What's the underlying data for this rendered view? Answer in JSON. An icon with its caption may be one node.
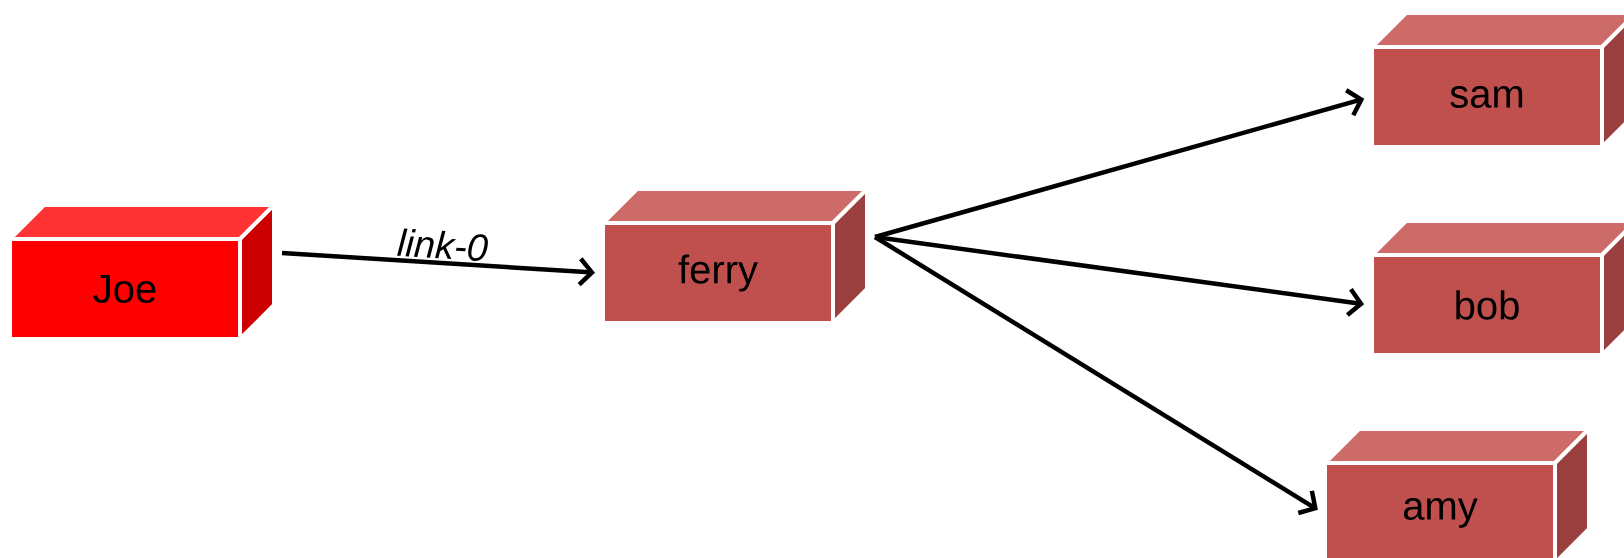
{
  "diagram": {
    "nodes": [
      {
        "text": [
          "Joe"
        ]
      },
      {
        "text": [
          "ferry"
        ]
      },
      {
        "text": [
          "sam"
        ]
      },
      {
        "text": [
          "bob"
        ]
      },
      {
        "text": [
          "amy"
        ]
      }
    ],
    "edges": [
      {
        "from": 0,
        "to": 1,
        "arrow": "to",
        "label": "link-0"
      },
      {
        "from": 1,
        "to": 2,
        "arrow": "to"
      },
      {
        "from": 1,
        "to": 3,
        "arrow": "to"
      },
      {
        "from": 1,
        "to": 4,
        "arrow": "to"
      }
    ]
  }
}
